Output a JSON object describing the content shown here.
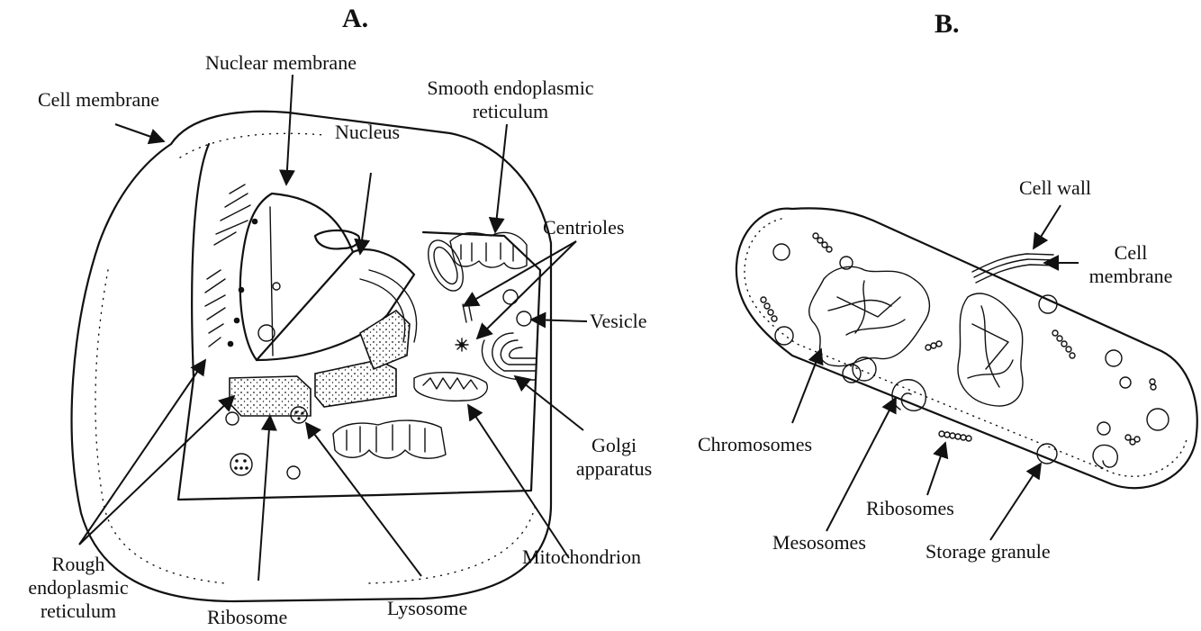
{
  "panel_a": {
    "title": "A.",
    "labels": {
      "cell_membrane": "Cell membrane",
      "nuclear_membrane": "Nuclear membrane",
      "nucleus": "Nucleus",
      "smooth_er_1": "Smooth endoplasmic",
      "smooth_er_2": "reticulum",
      "centrioles": "Centrioles",
      "vesicle": "Vesicle",
      "golgi_1": "Golgi",
      "golgi_2": "apparatus",
      "mitochondrion": "Mitochondrion",
      "lysosome": "Lysosome",
      "ribosome": "Ribosome",
      "rough_er_1": "Rough",
      "rough_er_2": "endoplasmic",
      "rough_er_3": "reticulum"
    }
  },
  "panel_b": {
    "title": "B.",
    "labels": {
      "cell_wall": "Cell wall",
      "cell_membrane_1": "Cell",
      "cell_membrane_2": "membrane",
      "chromosomes": "Chromosomes",
      "mesosomes": "Mesosomes",
      "ribosomes": "Ribosomes",
      "storage_granule": "Storage granule"
    }
  },
  "colors": {
    "ink": "#111111",
    "background": "#ffffff"
  }
}
